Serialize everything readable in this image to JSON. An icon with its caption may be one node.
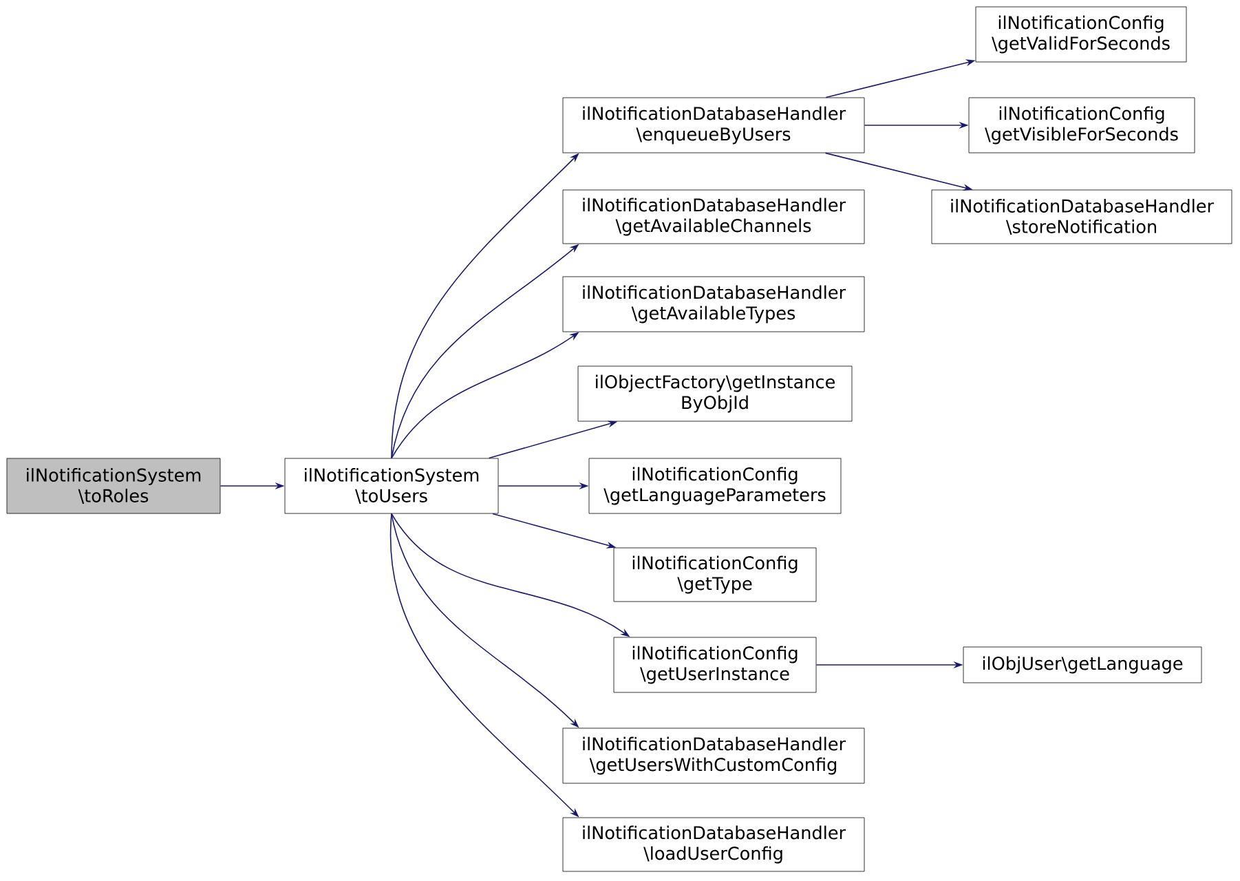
{
  "diagram": {
    "nodes": [
      {
        "text": [
          "ilNotificationSystem \\toRoles"
        ]
      },
      {
        "text": [
          "ilNotificationSystem \\toUsers"
        ]
      },
      {
        "text": [
          "ilNotificationDatabaseHandler \\enqueueByUsers"
        ]
      },
      {
        "text": [
          "ilNotificationDatabaseHandler \\getAvailableChannels"
        ]
      },
      {
        "text": [
          "ilNotificationDatabaseHandler \\getAvailableTypes"
        ]
      },
      {
        "text": [
          "ilObjectFactory\\getInstance ByObjId"
        ]
      },
      {
        "text": [
          "ilNotificationConfig \\getLanguageParameters"
        ]
      },
      {
        "text": [
          "ilNotificationConfig \\getType"
        ]
      },
      {
        "text": [
          "ilNotificationConfig \\getUserInstance"
        ]
      },
      {
        "text": [
          "ilNotificationDatabaseHandler \\getUsersWithCustomConfig"
        ]
      },
      {
        "text": [
          "ilNotificationDatabaseHandler \\loadUserConfig"
        ]
      },
      {
        "text": [
          "ilNotificationConfig \\getValidForSeconds"
        ]
      },
      {
        "text": [
          "ilNotificationConfig \\getVisibleForSeconds"
        ]
      },
      {
        "text": [
          "ilNotificationDatabaseHandler \\storeNotification"
        ]
      },
      {
        "text": [
          "ilObjUser\\getLanguage"
        ]
      }
    ],
    "edges": [
      {
        "from": 0,
        "to": 1,
        "arrow": "to"
      },
      {
        "from": 1,
        "to": 2,
        "arrow": "to"
      },
      {
        "from": 1,
        "to": 3,
        "arrow": "to"
      },
      {
        "from": 1,
        "to": 4,
        "arrow": "to"
      },
      {
        "from": 1,
        "to": 5,
        "arrow": "to"
      },
      {
        "from": 1,
        "to": 6,
        "arrow": "to"
      },
      {
        "from": 1,
        "to": 7,
        "arrow": "to"
      },
      {
        "from": 1,
        "to": 8,
        "arrow": "to"
      },
      {
        "from": 1,
        "to": 9,
        "arrow": "to"
      },
      {
        "from": 1,
        "to": 10,
        "arrow": "to"
      },
      {
        "from": 2,
        "to": 11,
        "arrow": "to"
      },
      {
        "from": 2,
        "to": 12,
        "arrow": "to"
      },
      {
        "from": 2,
        "to": 13,
        "arrow": "to"
      },
      {
        "from": 8,
        "to": 14,
        "arrow": "to"
      }
    ]
  }
}
